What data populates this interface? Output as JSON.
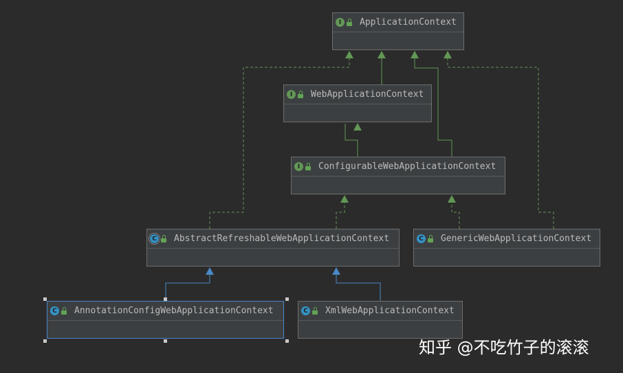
{
  "diagram": {
    "nodes": [
      {
        "id": "ApplicationContext",
        "label": "ApplicationContext",
        "kind": "interface",
        "kind_letter": "I"
      },
      {
        "id": "WebApplicationContext",
        "label": "WebApplicationContext",
        "kind": "interface",
        "kind_letter": "I"
      },
      {
        "id": "ConfigurableWebApplicationContext",
        "label": "ConfigurableWebApplicationContext",
        "kind": "interface",
        "kind_letter": "I"
      },
      {
        "id": "AbstractRefreshableWebApplicationContext",
        "label": "AbstractRefreshableWebApplicationContext",
        "kind": "abstract-class",
        "kind_letter": "C"
      },
      {
        "id": "GenericWebApplicationContext",
        "label": "GenericWebApplicationContext",
        "kind": "class",
        "kind_letter": "C"
      },
      {
        "id": "AnnotationConfigWebApplicationContext",
        "label": "AnnotationConfigWebApplicationContext",
        "kind": "class",
        "kind_letter": "C",
        "selected": true
      },
      {
        "id": "XmlWebApplicationContext",
        "label": "XmlWebApplicationContext",
        "kind": "class",
        "kind_letter": "C"
      }
    ],
    "edges": [
      {
        "from": "WebApplicationContext",
        "to": "ApplicationContext",
        "relation": "extends"
      },
      {
        "from": "ConfigurableWebApplicationContext",
        "to": "WebApplicationContext",
        "relation": "extends"
      },
      {
        "from": "ConfigurableWebApplicationContext",
        "to": "ApplicationContext",
        "relation": "extends"
      },
      {
        "from": "AbstractRefreshableWebApplicationContext",
        "to": "ConfigurableWebApplicationContext",
        "relation": "implements"
      },
      {
        "from": "AbstractRefreshableWebApplicationContext",
        "to": "ApplicationContext",
        "relation": "implements"
      },
      {
        "from": "GenericWebApplicationContext",
        "to": "ConfigurableWebApplicationContext",
        "relation": "implements"
      },
      {
        "from": "GenericWebApplicationContext",
        "to": "ApplicationContext",
        "relation": "implements"
      },
      {
        "from": "AnnotationConfigWebApplicationContext",
        "to": "AbstractRefreshableWebApplicationContext",
        "relation": "extends-class"
      },
      {
        "from": "XmlWebApplicationContext",
        "to": "AbstractRefreshableWebApplicationContext",
        "relation": "extends-class"
      }
    ],
    "colors": {
      "background": "#2b2b2b",
      "node_fill": "#3c3f41",
      "interface_edge": "#629755",
      "class_edge": "#4a88c7",
      "selection": "#4a88c7"
    }
  },
  "watermark": "知乎 @不吃竹子的滚滚"
}
